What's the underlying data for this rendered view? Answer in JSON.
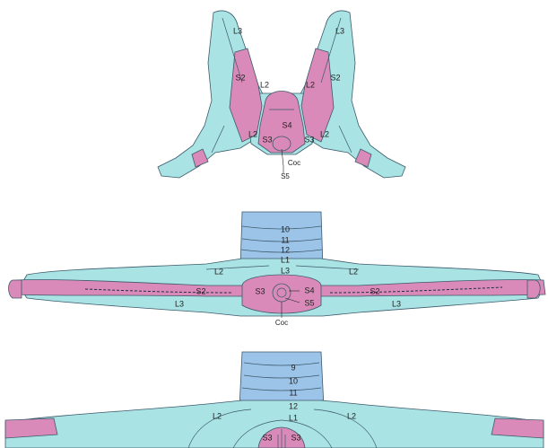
{
  "views": [
    {
      "id": "top",
      "labels": {
        "l3_left": "L3",
        "l3_right": "L3",
        "s2_left": "S2",
        "s2_right": "S2",
        "l2_inner_left": "L2",
        "l2_inner_right": "L2",
        "s4": "S4",
        "l2_low_left": "L2",
        "s3_left": "S3",
        "s3_right": "S3",
        "l2_low_right": "L2",
        "coc": "Coc",
        "s5": "S5"
      }
    },
    {
      "id": "middle",
      "labels": {
        "t10": "10",
        "t11": "11",
        "t12": "12",
        "l1": "L1",
        "l2_left": "L2",
        "l3_center": "L3",
        "l2_right": "L2",
        "s2_left": "S2",
        "s3": "S3",
        "s4": "S4",
        "s5": "S5",
        "s2_right": "S2",
        "l3_left": "L3",
        "l3_right": "L3",
        "coc": "Coc"
      }
    },
    {
      "id": "bottom",
      "labels": {
        "t9": "9",
        "t10": "10",
        "t11": "11",
        "t12": "12",
        "l1": "L1",
        "l2_left": "L2",
        "l2_right": "L2",
        "s3_left": "S3",
        "s3_right": "S3"
      }
    }
  ],
  "colors": {
    "lumbar": "#a9e3e3",
    "sacral": "#d98ab8",
    "thoracic": "#9cc3e8",
    "outline": "#3c5a6b"
  }
}
